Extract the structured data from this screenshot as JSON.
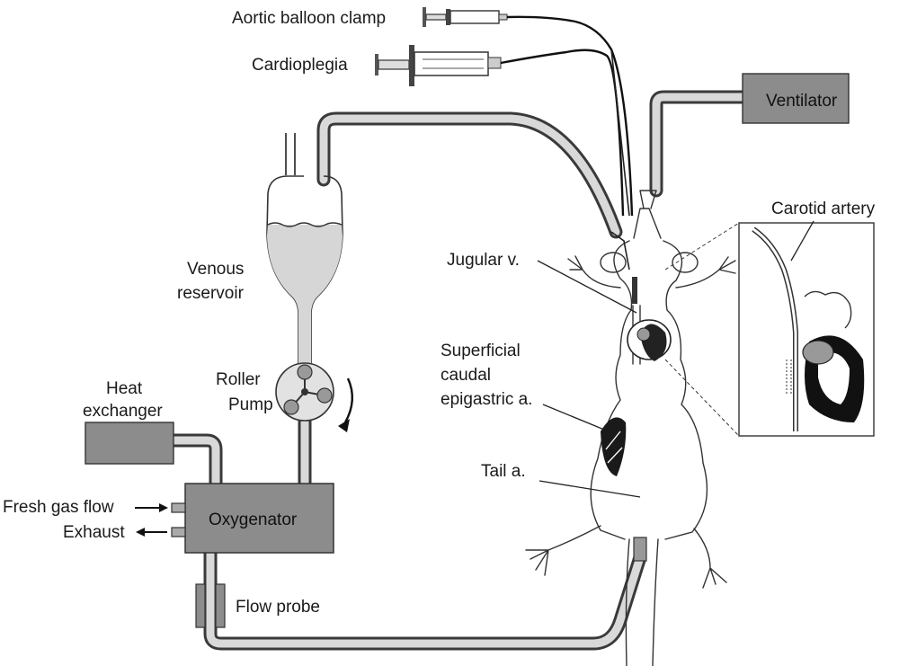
{
  "labels": {
    "aortic_balloon_clamp": "Aortic balloon clamp",
    "cardioplegia": "Cardioplegia",
    "ventilator": "Ventilator",
    "carotid_artery": "Carotid artery",
    "jugular_v": "Jugular v.",
    "venous_reservoir_line1": "Venous",
    "venous_reservoir_line2": "reservoir",
    "superficial_line1": "Superficial",
    "superficial_line2": "caudal",
    "superficial_line3": "epigastric a.",
    "roller_pump_line1": "Roller",
    "roller_pump_line2": "Pump",
    "heat_exchanger_line1": "Heat",
    "heat_exchanger_line2": "exchanger",
    "tail_a": "Tail a.",
    "fresh_gas_flow": "Fresh gas flow",
    "oxygenator": "Oxygenator",
    "exhaust": "Exhaust",
    "flow_probe": "Flow probe"
  },
  "colors": {
    "box_fill": "#8c8c8c",
    "tube_outline": "#3a3a3a",
    "tube_fill": "#d9d9d9",
    "reservoir_fluid": "#d6d6d6",
    "line": "#222222"
  }
}
